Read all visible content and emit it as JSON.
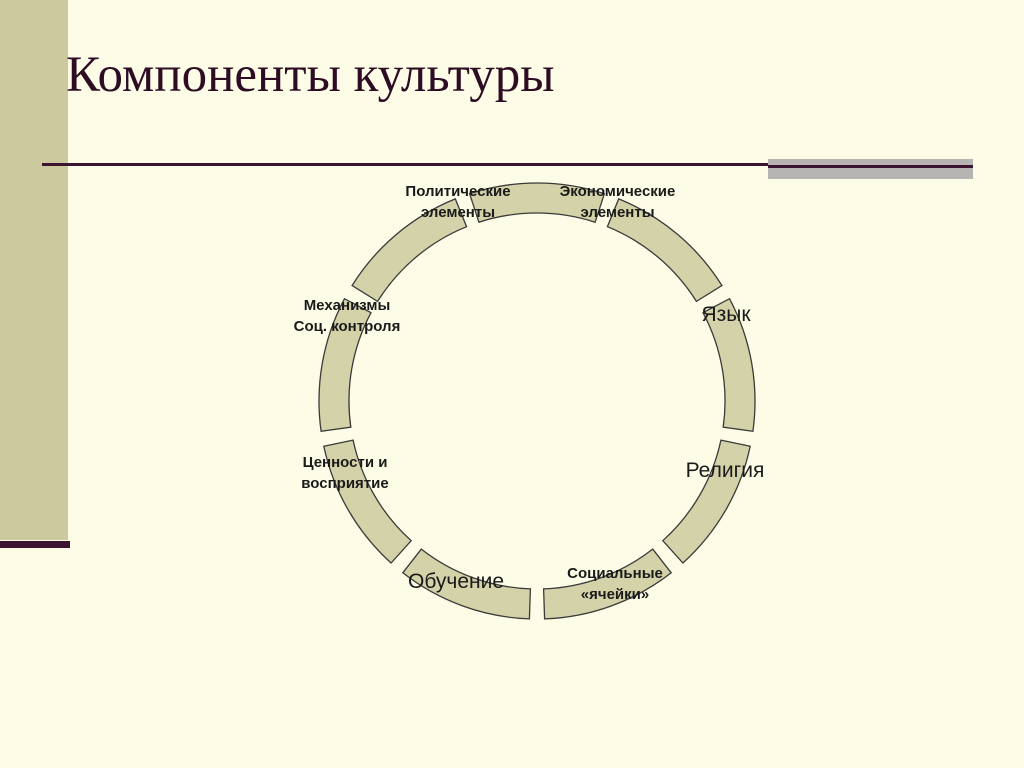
{
  "title": "Компоненты культуры",
  "colors": {
    "background": "#fdfde7",
    "side_bar": "#cdc99f",
    "dark_accent": "#3b1530",
    "gray_accent": "#b7b5b4",
    "segment_fill": "#d4d2a8",
    "segment_stroke": "#3a3a3a"
  },
  "cycle": {
    "segment_count": 9,
    "labels": [
      {
        "id": "political",
        "text": "Политические\nэлементы"
      },
      {
        "id": "economic",
        "text": "Экономические\nэлементы"
      },
      {
        "id": "language",
        "text": "Язык"
      },
      {
        "id": "religion",
        "text": "Религия"
      },
      {
        "id": "social-cells",
        "text": "Социальные\n«ячейки»"
      },
      {
        "id": "learning",
        "text": "Обучение"
      },
      {
        "id": "values",
        "text": "Ценности и\nвосприятие"
      },
      {
        "id": "control",
        "text": "Механизмы\nСоц. контроля"
      }
    ]
  }
}
